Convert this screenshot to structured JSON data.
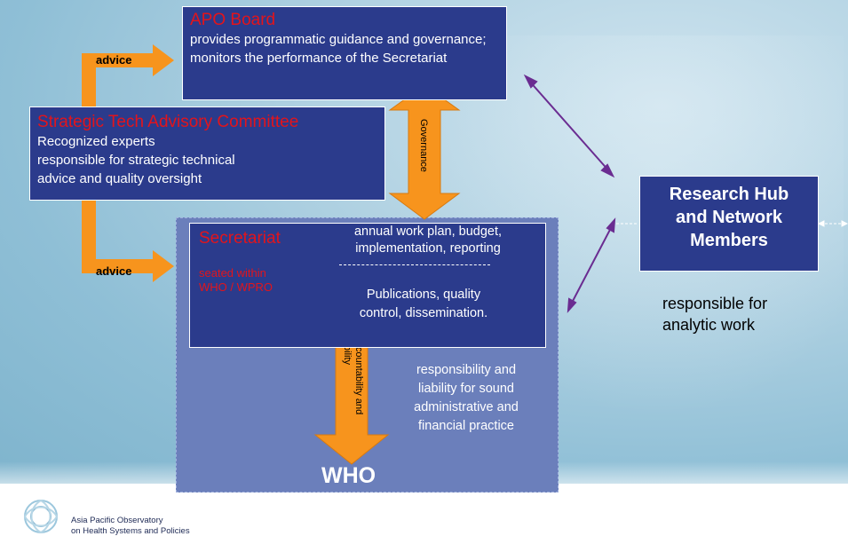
{
  "apo_board": {
    "title": "APO Board",
    "body": "provides programmatic guidance and governance; monitors the performance of the Secretariat"
  },
  "stac": {
    "title": "Strategic Tech Advisory Committee",
    "line1": "Recognized experts",
    "line2": "responsible for strategic technical",
    "line3": "advice and quality oversight"
  },
  "secretariat": {
    "title": "Secretariat",
    "seated_line1": "seated within",
    "seated_line2": "WHO / WPRO",
    "annual_line1": "annual work plan, budget,",
    "annual_line2": "implementation, reporting",
    "pubs_line1": "Publications,  quality",
    "pubs_line2": "control, dissemination."
  },
  "research_hub": {
    "line1": "Research Hub",
    "line2": "and Network",
    "line3": "Members",
    "sub_line1": "responsible for",
    "sub_line2": "analytic work"
  },
  "arrows": {
    "advice_top": "advice",
    "advice_bottom": "advice",
    "governance": "Governance",
    "accountability_line1": "Accountability and",
    "accountability_line2": "liability"
  },
  "who": {
    "responsibility_line1": "responsibility and",
    "responsibility_line2": "liability for sound",
    "responsibility_line3": "administrative and",
    "responsibility_line4": "financial practice",
    "label": "WHO"
  },
  "footer": {
    "logo_line1": "Asia Pacific Observatory",
    "logo_line2": "on Health Systems and Policies"
  },
  "colors": {
    "box_fill": "#2b3b8c",
    "title_red": "#e3141b",
    "arrow_orange": "#f7941d",
    "connector_purple": "#6a2c91",
    "who_fill": "#6b7fbb"
  }
}
